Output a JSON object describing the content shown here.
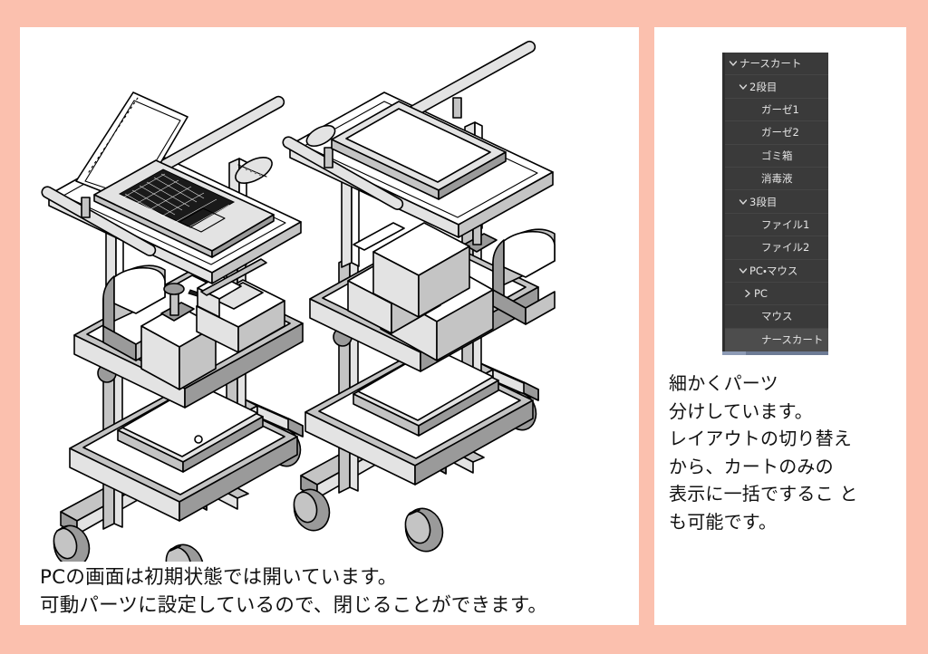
{
  "page": {
    "background_color": "#fbc0ae",
    "panel_color": "#ffffff"
  },
  "left_panel": {
    "illustration": {
      "name": "nurse-cart-3d-illustration",
      "description": "Two isometric line-drawings of a medical nurse cart (rolling trolley) with three tiers, caster wheels and handrails",
      "carts": [
        {
          "name": "cart-left-laptop-open",
          "laptop_state": "open",
          "tiers": [
            "top-tray-with-laptop-and-mouse",
            "middle-basket-with-supplies",
            "bottom-basket-with-files"
          ]
        },
        {
          "name": "cart-right-laptop-closed",
          "laptop_state": "closed",
          "tiers": [
            "top-tray-with-closed-laptop",
            "middle-basket-with-supplies",
            "bottom-basket-with-files"
          ]
        }
      ]
    },
    "caption_lines": [
      "PCの画面は初期状態では開いています。",
      "可動パーツに設定しているので、閉じることができます。"
    ]
  },
  "right_panel": {
    "tree": {
      "name": "outliner-hierarchy-panel",
      "background_color": "#3a3a3a",
      "text_color": "#e4e4e4",
      "scrollbar_color": "#8d9bb5",
      "rows": [
        {
          "label": "ナースカート",
          "level": 0,
          "chevron": "down",
          "selected": false
        },
        {
          "label": "2段目",
          "level": 1,
          "chevron": "down",
          "selected": false
        },
        {
          "label": "ガーゼ1",
          "level": 2,
          "chevron": "none",
          "selected": false
        },
        {
          "label": "ガーゼ2",
          "level": 2,
          "chevron": "none",
          "selected": false
        },
        {
          "label": "ゴミ箱",
          "level": 2,
          "chevron": "none",
          "selected": false
        },
        {
          "label": "消毒液",
          "level": 2,
          "chevron": "none",
          "selected": false
        },
        {
          "label": "3段目",
          "level": 1,
          "chevron": "down",
          "selected": false
        },
        {
          "label": "ファイル1",
          "level": 2,
          "chevron": "none",
          "selected": false
        },
        {
          "label": "ファイル2",
          "level": 2,
          "chevron": "none",
          "selected": false
        },
        {
          "label": "PC・マウス",
          "level": 1,
          "chevron": "down",
          "selected": false
        },
        {
          "label": "PC",
          "level": 2,
          "chevron": "right",
          "selected": false
        },
        {
          "label": "マウス",
          "level": 2,
          "chevron": "none",
          "selected": false
        },
        {
          "label": "ナースカート",
          "level": 2,
          "chevron": "none",
          "selected": true
        }
      ]
    },
    "caption_lines": [
      "細かくパーツ",
      "分けしています。",
      "レイアウトの切り替え",
      "から、カートのみの",
      "表示に一括でするこ と",
      "も可能です。"
    ]
  }
}
